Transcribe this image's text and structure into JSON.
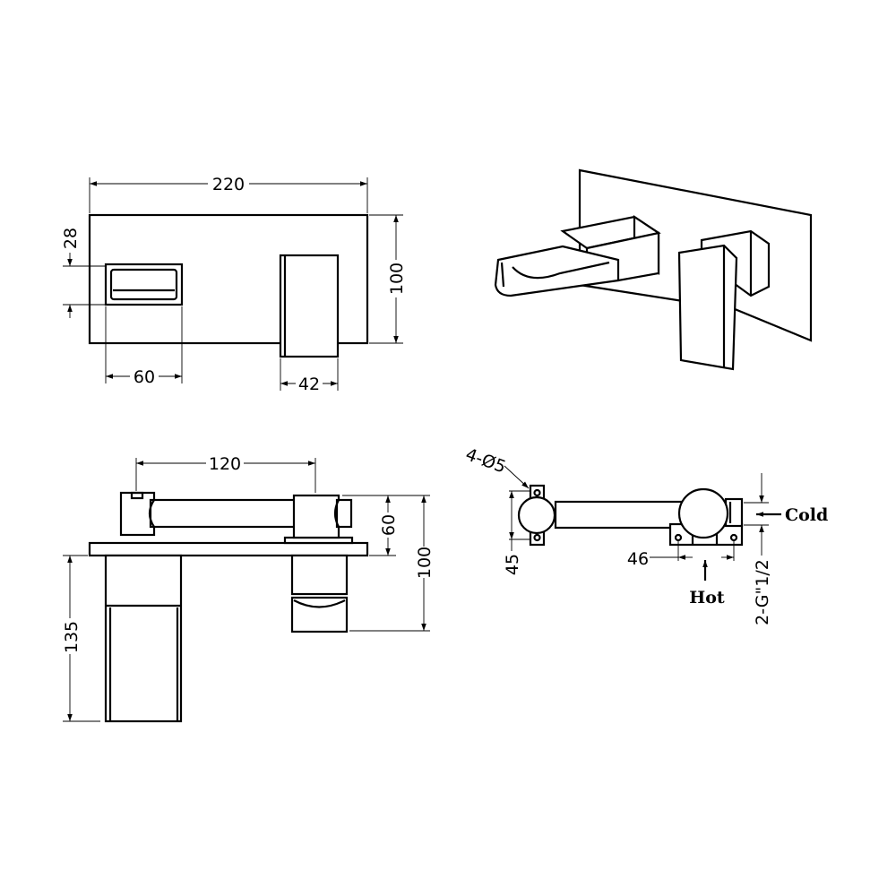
{
  "front_view": {
    "width": "220",
    "height": "100",
    "spout_offset": "28",
    "spout_width": "60",
    "handle_width": "42"
  },
  "side_view": {
    "spacing": "120",
    "handle_depth": "60",
    "total_depth": "100",
    "spout_height": "135"
  },
  "rear_view": {
    "holes": "4-Ø5",
    "bracket_spacing": "45",
    "inlet_spacing": "46",
    "thread": "2-G\"1/2",
    "cold_label": "Cold",
    "hot_label": "Hot"
  },
  "colors": {
    "line": "#000000",
    "background": "#ffffff"
  }
}
